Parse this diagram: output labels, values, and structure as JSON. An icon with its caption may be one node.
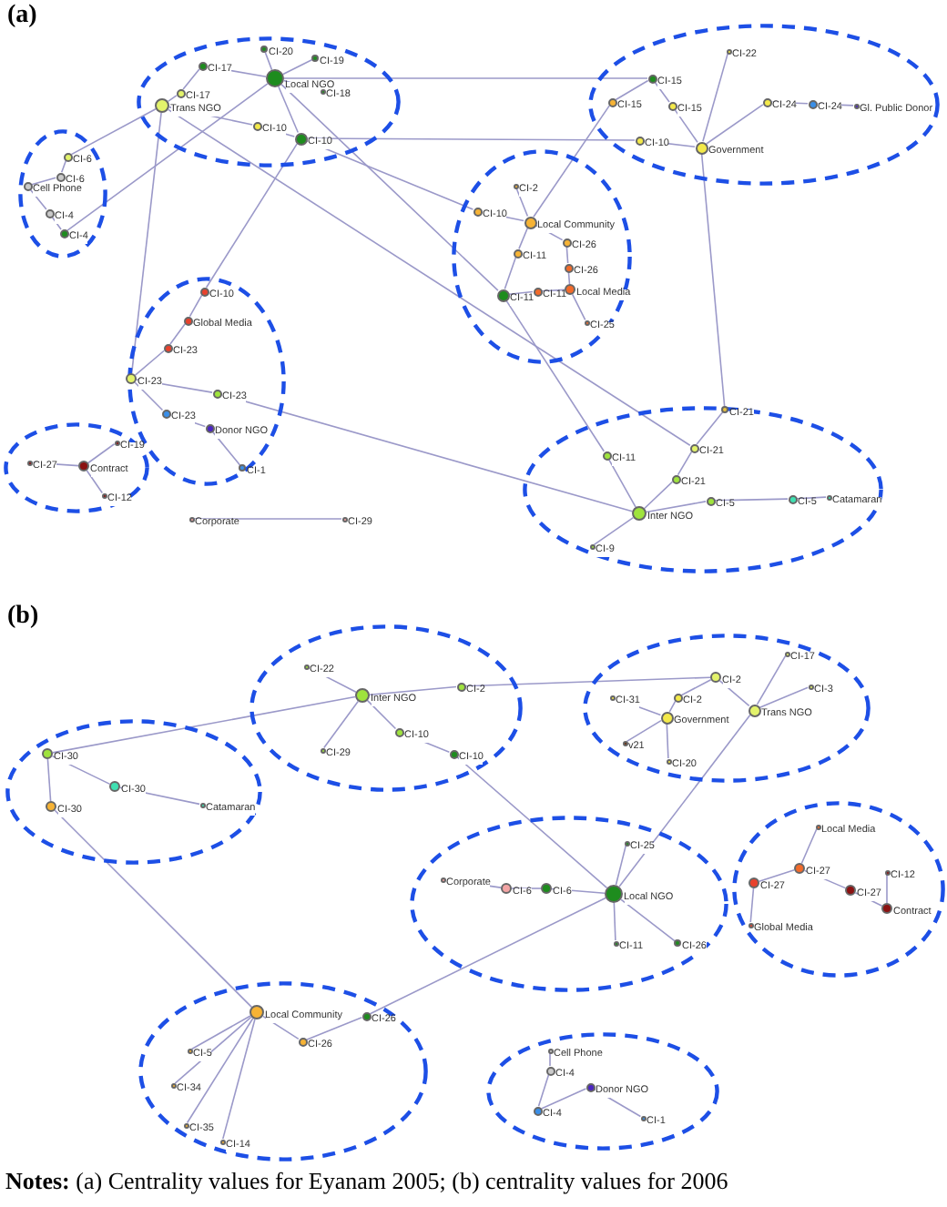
{
  "diagram": {
    "caption": "**Notes:** (a) Centrality values for Eyanam 2005; (b) centrality values for 2006",
    "labels": [
      "(a)",
      "(b)"
    ],
    "nodes": [
      {
        "text": [],
        "shape": "ellipse"
      },
      {
        "text": [],
        "shape": "circle",
        "beside": [
          "Local NGO"
        ],
        "in": 0
      },
      {
        "text": [],
        "shape": "circle",
        "beside": [
          "CI-20"
        ],
        "in": 0
      },
      {
        "text": [],
        "shape": "circle",
        "beside": [
          "CI-19"
        ],
        "in": 0
      },
      {
        "text": [],
        "shape": "circle",
        "beside": [
          "CI-18"
        ],
        "in": 0
      },
      {
        "text": [],
        "shape": "circle",
        "beside": [
          "CI-17"
        ],
        "in": 0
      },
      {
        "text": [],
        "shape": "circle",
        "beside": [
          "CI-17"
        ],
        "in": 0
      },
      {
        "text": [],
        "shape": "circle",
        "beside": [
          "Trans NGO"
        ],
        "in": 0
      },
      {
        "text": [],
        "shape": "circle",
        "beside": [
          "CI-10"
        ],
        "in": 0
      },
      {
        "text": [],
        "shape": "circle",
        "beside": [
          "CI-10"
        ],
        "in": 0
      },
      {
        "text": [],
        "shape": "ellipse"
      },
      {
        "text": [],
        "shape": "circle",
        "beside": [
          "CI-6"
        ],
        "in": 10
      },
      {
        "text": [],
        "shape": "circle",
        "beside": [
          "CI-6"
        ],
        "in": 10
      },
      {
        "text": [],
        "shape": "circle",
        "beside": [
          "Cell Phone"
        ],
        "in": 10
      },
      {
        "text": [],
        "shape": "circle",
        "beside": [
          "CI-4"
        ],
        "in": 10
      },
      {
        "text": [],
        "shape": "circle",
        "beside": [
          "CI-4"
        ],
        "in": 10
      },
      {
        "text": [],
        "shape": "ellipse"
      },
      {
        "text": [],
        "shape": "circle",
        "beside": [
          "CI-10"
        ],
        "in": 16
      },
      {
        "text": [],
        "shape": "circle",
        "beside": [
          "Global Media"
        ],
        "in": 16
      },
      {
        "text": [],
        "shape": "circle",
        "beside": [
          "CI-23"
        ],
        "in": 16
      },
      {
        "text": [],
        "shape": "circle",
        "beside": [
          "CI-23"
        ],
        "in": 16
      },
      {
        "text": [],
        "shape": "circle",
        "beside": [
          "CI-23"
        ],
        "in": 16
      },
      {
        "text": [],
        "shape": "circle",
        "beside": [
          "CI-23"
        ],
        "in": 16
      },
      {
        "text": [],
        "shape": "circle",
        "beside": [
          "Donor NGO"
        ],
        "in": 16
      },
      {
        "text": [],
        "shape": "circle",
        "beside": [
          "CI-1"
        ],
        "in": 16
      },
      {
        "text": [],
        "shape": "ellipse"
      },
      {
        "text": [],
        "shape": "circle",
        "beside": [
          "CI-27"
        ],
        "in": 25
      },
      {
        "text": [],
        "shape": "circle",
        "beside": [
          "Contract"
        ],
        "in": 25
      },
      {
        "text": [],
        "shape": "circle",
        "beside": [
          "CI-19"
        ],
        "in": 25
      },
      {
        "text": [],
        "shape": "circle",
        "beside": [
          "CI-12"
        ],
        "in": 25
      },
      {
        "text": [],
        "shape": "circle",
        "beside": [
          "Corporate"
        ]
      },
      {
        "text": [],
        "shape": "circle",
        "beside": [
          "CI-29"
        ]
      },
      {
        "text": [],
        "shape": "ellipse"
      },
      {
        "text": [],
        "shape": "circle",
        "beside": [
          "CI-2"
        ],
        "in": 32
      },
      {
        "text": [],
        "shape": "circle",
        "beside": [
          "CI-10"
        ],
        "in": 32
      },
      {
        "text": [],
        "shape": "circle",
        "beside": [
          "Local Community"
        ],
        "in": 32
      },
      {
        "text": [],
        "shape": "circle",
        "beside": [
          "CI-26"
        ],
        "in": 32
      },
      {
        "text": [],
        "shape": "circle",
        "beside": [
          "CI-11"
        ],
        "in": 32
      },
      {
        "text": [],
        "shape": "circle",
        "beside": [
          "CI-26"
        ],
        "in": 32
      },
      {
        "text": [],
        "shape": "circle",
        "beside": [
          "CI-11"
        ],
        "in": 32
      },
      {
        "text": [],
        "shape": "circle",
        "beside": [
          "CI-11"
        ],
        "in": 32
      },
      {
        "text": [],
        "shape": "circle",
        "beside": [
          "Local Media"
        ],
        "in": 32
      },
      {
        "text": [],
        "shape": "circle",
        "beside": [
          "CI-25"
        ],
        "in": 32
      },
      {
        "text": [],
        "shape": "ellipse"
      },
      {
        "text": [],
        "shape": "circle",
        "beside": [
          "CI-22"
        ],
        "in": 43
      },
      {
        "text": [],
        "shape": "circle",
        "beside": [
          "CI-15"
        ],
        "in": 43
      },
      {
        "text": [],
        "shape": "circle",
        "beside": [
          "CI-15"
        ],
        "in": 43
      },
      {
        "text": [],
        "shape": "circle",
        "beside": [
          "CI-15"
        ],
        "in": 43
      },
      {
        "text": [],
        "shape": "circle",
        "beside": [
          "CI-10"
        ],
        "in": 43
      },
      {
        "text": [],
        "shape": "circle",
        "beside": [
          "Government"
        ],
        "in": 43
      },
      {
        "text": [],
        "shape": "circle",
        "beside": [
          "CI-24"
        ],
        "in": 43
      },
      {
        "text": [],
        "shape": "circle",
        "beside": [
          "CI-24"
        ],
        "in": 43
      },
      {
        "text": [],
        "shape": "circle",
        "beside": [
          "Gl. Public Donor"
        ],
        "in": 43
      },
      {
        "text": [],
        "shape": "ellipse"
      },
      {
        "text": [],
        "shape": "circle",
        "beside": [
          "CI-21"
        ],
        "in": 53
      },
      {
        "text": [],
        "shape": "circle",
        "beside": [
          "CI-21"
        ],
        "in": 53
      },
      {
        "text": [],
        "shape": "circle",
        "beside": [
          "CI-21"
        ],
        "in": 53
      },
      {
        "text": [],
        "shape": "circle",
        "beside": [
          "CI-11"
        ],
        "in": 53
      },
      {
        "text": [],
        "shape": "circle",
        "beside": [
          "Inter NGO"
        ],
        "in": 53
      },
      {
        "text": [],
        "shape": "circle",
        "beside": [
          "CI-5"
        ],
        "in": 53
      },
      {
        "text": [],
        "shape": "circle",
        "beside": [
          "CI-5"
        ],
        "in": 53
      },
      {
        "text": [],
        "shape": "circle",
        "beside": [
          "Catamaran"
        ],
        "in": 53
      },
      {
        "text": [],
        "shape": "circle",
        "beside": [
          "CI-9"
        ],
        "in": 53
      },
      {
        "text": [],
        "shape": "ellipse"
      },
      {
        "text": [],
        "shape": "circle",
        "beside": [
          "CI-22"
        ],
        "in": 63
      },
      {
        "text": [],
        "shape": "circle",
        "beside": [
          "Inter NGO"
        ],
        "in": 63
      },
      {
        "text": [],
        "shape": "circle",
        "beside": [
          "CI-2"
        ],
        "in": 63
      },
      {
        "text": [],
        "shape": "circle",
        "beside": [
          "CI-29"
        ],
        "in": 63
      },
      {
        "text": [],
        "shape": "circle",
        "beside": [
          "CI-10"
        ],
        "in": 63
      },
      {
        "text": [],
        "shape": "circle",
        "beside": [
          "CI-10"
        ],
        "in": 63
      },
      {
        "text": [],
        "shape": "ellipse"
      },
      {
        "text": [],
        "shape": "circle",
        "beside": [
          "CI-31"
        ],
        "in": 70
      },
      {
        "text": [],
        "shape": "circle",
        "beside": [
          "CI-2"
        ],
        "in": 70
      },
      {
        "text": [],
        "shape": "circle",
        "beside": [
          "CI-2"
        ],
        "in": 70
      },
      {
        "text": [],
        "shape": "circle",
        "beside": [
          "Government"
        ],
        "in": 70
      },
      {
        "text": [],
        "shape": "circle",
        "beside": [
          "v21"
        ],
        "in": 70
      },
      {
        "text": [],
        "shape": "circle",
        "beside": [
          "CI-20"
        ],
        "in": 70
      },
      {
        "text": [],
        "shape": "circle",
        "beside": [
          "Trans NGO"
        ],
        "in": 70
      },
      {
        "text": [],
        "shape": "circle",
        "beside": [
          "CI-17"
        ],
        "in": 70
      },
      {
        "text": [],
        "shape": "circle",
        "beside": [
          "CI-3"
        ],
        "in": 70
      },
      {
        "text": [],
        "shape": "ellipse"
      },
      {
        "text": [],
        "shape": "circle",
        "beside": [
          "CI-30"
        ],
        "in": 80
      },
      {
        "text": [],
        "shape": "circle",
        "beside": [
          "CI-30"
        ],
        "in": 80
      },
      {
        "text": [],
        "shape": "circle",
        "beside": [
          "CI-30"
        ],
        "in": 80
      },
      {
        "text": [],
        "shape": "circle",
        "beside": [
          "Catamaran"
        ],
        "in": 80
      },
      {
        "text": [],
        "shape": "ellipse"
      },
      {
        "text": [],
        "shape": "circle",
        "beside": [
          "CI-25"
        ],
        "in": 85
      },
      {
        "text": [],
        "shape": "circle",
        "beside": [
          "Corporate"
        ],
        "in": 85
      },
      {
        "text": [],
        "shape": "circle",
        "beside": [
          "CI-6"
        ],
        "in": 85
      },
      {
        "text": [],
        "shape": "circle",
        "beside": [
          "CI-6"
        ],
        "in": 85
      },
      {
        "text": [],
        "shape": "circle",
        "beside": [
          "Local NGO"
        ],
        "in": 85
      },
      {
        "text": [],
        "shape": "circle",
        "beside": [
          "CI-11"
        ],
        "in": 85
      },
      {
        "text": [],
        "shape": "circle",
        "beside": [
          "CI-26"
        ],
        "in": 85
      },
      {
        "text": [],
        "shape": "ellipse"
      },
      {
        "text": [],
        "shape": "circle",
        "beside": [
          "Local Media"
        ],
        "in": 93
      },
      {
        "text": [],
        "shape": "circle",
        "beside": [
          "CI-27"
        ],
        "in": 93
      },
      {
        "text": [],
        "shape": "circle",
        "beside": [
          "CI-27"
        ],
        "in": 93
      },
      {
        "text": [],
        "shape": "circle",
        "beside": [
          "CI-27"
        ],
        "in": 93
      },
      {
        "text": [],
        "shape": "circle",
        "beside": [
          "CI-12"
        ],
        "in": 93
      },
      {
        "text": [],
        "shape": "circle",
        "beside": [
          "Contract"
        ],
        "in": 93
      },
      {
        "text": [],
        "shape": "circle",
        "beside": [
          "Global Media"
        ],
        "in": 93
      },
      {
        "text": [],
        "shape": "ellipse"
      },
      {
        "text": [],
        "shape": "circle",
        "beside": [
          "Local Community"
        ],
        "in": 101
      },
      {
        "text": [],
        "shape": "circle",
        "beside": [
          "CI-26"
        ],
        "in": 101
      },
      {
        "text": [],
        "shape": "circle",
        "beside": [
          "CI-26"
        ],
        "in": 101
      },
      {
        "text": [],
        "shape": "circle",
        "beside": [
          "CI-5"
        ],
        "in": 101
      },
      {
        "text": [],
        "shape": "circle",
        "beside": [
          "CI-34"
        ],
        "in": 101
      },
      {
        "text": [],
        "shape": "circle",
        "beside": [
          "CI-35"
        ],
        "in": 101
      },
      {
        "text": [],
        "shape": "circle",
        "beside": [
          "CI-14"
        ],
        "in": 101
      },
      {
        "text": [],
        "shape": "ellipse"
      },
      {
        "text": [],
        "shape": "circle",
        "beside": [
          "Cell Phone"
        ],
        "in": 109
      },
      {
        "text": [],
        "shape": "circle",
        "beside": [
          "CI-4"
        ],
        "in": 109
      },
      {
        "text": [],
        "shape": "circle",
        "beside": [
          "Donor NGO"
        ],
        "in": 109
      },
      {
        "text": [],
        "shape": "circle",
        "beside": [
          "CI-4"
        ],
        "in": 109
      },
      {
        "text": [],
        "shape": "circle",
        "beside": [
          "CI-1"
        ],
        "in": 109
      }
    ],
    "edges": [
      {
        "from": 1,
        "to": 2,
        "arrow": "none"
      },
      {
        "from": 1,
        "to": 3,
        "arrow": "none"
      },
      {
        "from": 1,
        "to": 4,
        "arrow": "none"
      },
      {
        "from": 5,
        "to": 1,
        "arrow": "none"
      },
      {
        "from": 5,
        "to": 6,
        "arrow": "none"
      },
      {
        "from": 6,
        "to": 7,
        "arrow": "none"
      },
      {
        "from": 7,
        "to": 8,
        "arrow": "none"
      },
      {
        "from": 8,
        "to": 9,
        "arrow": "none"
      },
      {
        "from": 1,
        "to": 9,
        "arrow": "none"
      },
      {
        "from": 11,
        "to": 7,
        "arrow": "none"
      },
      {
        "from": 11,
        "to": 12,
        "arrow": "none"
      },
      {
        "from": 12,
        "to": 13,
        "arrow": "none"
      },
      {
        "from": 13,
        "to": 14,
        "arrow": "none"
      },
      {
        "from": 14,
        "to": 15,
        "arrow": "none"
      },
      {
        "from": 15,
        "to": 1,
        "arrow": "none"
      },
      {
        "from": 1,
        "to": 45,
        "arrow": "none"
      },
      {
        "from": 9,
        "to": 48,
        "arrow": "none"
      },
      {
        "from": 1,
        "to": 39,
        "arrow": "none"
      },
      {
        "from": 9,
        "to": 34,
        "arrow": "none"
      },
      {
        "from": 9,
        "to": 17,
        "arrow": "none"
      },
      {
        "from": 7,
        "to": 20,
        "arrow": "none"
      },
      {
        "from": 7,
        "to": 55,
        "arrow": "none"
      },
      {
        "from": 17,
        "to": 18,
        "arrow": "none"
      },
      {
        "from": 18,
        "to": 19,
        "arrow": "none"
      },
      {
        "from": 19,
        "to": 20,
        "arrow": "none"
      },
      {
        "from": 20,
        "to": 21,
        "arrow": "none"
      },
      {
        "from": 20,
        "to": 22,
        "arrow": "none"
      },
      {
        "from": 22,
        "to": 23,
        "arrow": "none"
      },
      {
        "from": 23,
        "to": 24,
        "arrow": "none"
      },
      {
        "from": 21,
        "to": 58,
        "arrow": "none"
      },
      {
        "from": 26,
        "to": 27,
        "arrow": "none"
      },
      {
        "from": 27,
        "to": 28,
        "arrow": "none"
      },
      {
        "from": 27,
        "to": 29,
        "arrow": "none"
      },
      {
        "from": 30,
        "to": 31,
        "arrow": "none"
      },
      {
        "from": 33,
        "to": 35,
        "arrow": "none"
      },
      {
        "from": 34,
        "to": 35,
        "arrow": "none"
      },
      {
        "from": 35,
        "to": 36,
        "arrow": "none"
      },
      {
        "from": 35,
        "to": 37,
        "arrow": "none"
      },
      {
        "from": 36,
        "to": 38,
        "arrow": "none"
      },
      {
        "from": 38,
        "to": 41,
        "arrow": "none"
      },
      {
        "from": 37,
        "to": 39,
        "arrow": "none"
      },
      {
        "from": 39,
        "to": 40,
        "arrow": "none"
      },
      {
        "from": 40,
        "to": 41,
        "arrow": "none"
      },
      {
        "from": 41,
        "to": 42,
        "arrow": "none"
      },
      {
        "from": 35,
        "to": 46,
        "arrow": "none"
      },
      {
        "from": 45,
        "to": 46,
        "arrow": "none"
      },
      {
        "from": 45,
        "to": 47,
        "arrow": "none"
      },
      {
        "from": 47,
        "to": 49,
        "arrow": "none"
      },
      {
        "from": 48,
        "to": 49,
        "arrow": "none"
      },
      {
        "from": 44,
        "to": 49,
        "arrow": "none"
      },
      {
        "from": 49,
        "to": 50,
        "arrow": "none"
      },
      {
        "from": 50,
        "to": 51,
        "arrow": "none"
      },
      {
        "from": 51,
        "to": 52,
        "arrow": "none"
      },
      {
        "from": 49,
        "to": 54,
        "arrow": "none"
      },
      {
        "from": 54,
        "to": 55,
        "arrow": "none"
      },
      {
        "from": 55,
        "to": 56,
        "arrow": "none"
      },
      {
        "from": 56,
        "to": 58,
        "arrow": "none"
      },
      {
        "from": 57,
        "to": 58,
        "arrow": "none"
      },
      {
        "from": 39,
        "to": 57,
        "arrow": "none"
      },
      {
        "from": 58,
        "to": 59,
        "arrow": "none"
      },
      {
        "from": 59,
        "to": 60,
        "arrow": "none"
      },
      {
        "from": 60,
        "to": 61,
        "arrow": "none"
      },
      {
        "from": 58,
        "to": 62,
        "arrow": "none"
      },
      {
        "from": 64,
        "to": 65,
        "arrow": "none"
      },
      {
        "from": 65,
        "to": 66,
        "arrow": "none"
      },
      {
        "from": 65,
        "to": 67,
        "arrow": "none"
      },
      {
        "from": 65,
        "to": 68,
        "arrow": "none"
      },
      {
        "from": 68,
        "to": 69,
        "arrow": "none"
      },
      {
        "from": 69,
        "to": 90,
        "arrow": "none"
      },
      {
        "from": 66,
        "to": 72,
        "arrow": "none"
      },
      {
        "from": 81,
        "to": 65,
        "arrow": "none"
      },
      {
        "from": 71,
        "to": 74,
        "arrow": "none"
      },
      {
        "from": 73,
        "to": 74,
        "arrow": "none"
      },
      {
        "from": 73,
        "to": 72,
        "arrow": "none"
      },
      {
        "from": 72,
        "to": 77,
        "arrow": "none"
      },
      {
        "from": 74,
        "to": 75,
        "arrow": "none"
      },
      {
        "from": 74,
        "to": 76,
        "arrow": "none"
      },
      {
        "from": 77,
        "to": 78,
        "arrow": "none"
      },
      {
        "from": 77,
        "to": 79,
        "arrow": "none"
      },
      {
        "from": 77,
        "to": 90,
        "arrow": "none"
      },
      {
        "from": 81,
        "to": 83,
        "arrow": "none"
      },
      {
        "from": 81,
        "to": 82,
        "arrow": "none"
      },
      {
        "from": 82,
        "to": 84,
        "arrow": "none"
      },
      {
        "from": 83,
        "to": 102,
        "arrow": "none"
      },
      {
        "from": 87,
        "to": 88,
        "arrow": "none"
      },
      {
        "from": 88,
        "to": 89,
        "arrow": "none"
      },
      {
        "from": 89,
        "to": 90,
        "arrow": "none"
      },
      {
        "from": 90,
        "to": 86,
        "arrow": "none"
      },
      {
        "from": 90,
        "to": 91,
        "arrow": "none"
      },
      {
        "from": 90,
        "to": 92,
        "arrow": "none"
      },
      {
        "from": 90,
        "to": 103,
        "arrow": "none"
      },
      {
        "from": 95,
        "to": 94,
        "arrow": "none"
      },
      {
        "from": 95,
        "to": 96,
        "arrow": "none"
      },
      {
        "from": 96,
        "to": 100,
        "arrow": "none"
      },
      {
        "from": 95,
        "to": 97,
        "arrow": "none"
      },
      {
        "from": 97,
        "to": 99,
        "arrow": "none"
      },
      {
        "from": 99,
        "to": 98,
        "arrow": "none"
      },
      {
        "from": 102,
        "to": 104,
        "arrow": "none"
      },
      {
        "from": 104,
        "to": 103,
        "arrow": "none"
      },
      {
        "from": 102,
        "to": 105,
        "arrow": "none"
      },
      {
        "from": 102,
        "to": 106,
        "arrow": "none"
      },
      {
        "from": 102,
        "to": 107,
        "arrow": "none"
      },
      {
        "from": 102,
        "to": 108,
        "arrow": "none"
      },
      {
        "from": 110,
        "to": 111,
        "arrow": "none"
      },
      {
        "from": 111,
        "to": 113,
        "arrow": "none"
      },
      {
        "from": 113,
        "to": 112,
        "arrow": "none"
      },
      {
        "from": 112,
        "to": 114,
        "arrow": "none"
      }
    ]
  }
}
